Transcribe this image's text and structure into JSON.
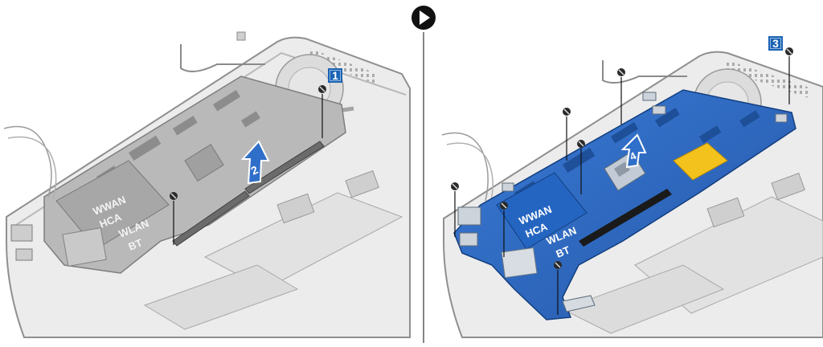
{
  "left_panel": {
    "callout_1": "1",
    "arrow_step_2": "2",
    "pcb_labels": {
      "line1": "WWAN",
      "line2": "HCA",
      "line3": "WLAN",
      "line4": "BT"
    }
  },
  "right_panel": {
    "callout_3": "3",
    "arrow_step_4": "4",
    "pcb_labels": {
      "line1": "WWAN",
      "line2": "HCA",
      "line3": "WLAN",
      "line4": "BT"
    }
  },
  "colors": {
    "board_blue": "#2f6fc9",
    "callout_blue": "#1a63b4",
    "chip_yellow": "#f4c21c",
    "next_step_icon": "#111111"
  },
  "icons": [
    "next-step-icon",
    "screw-icon",
    "lift-arrow-icon"
  ]
}
